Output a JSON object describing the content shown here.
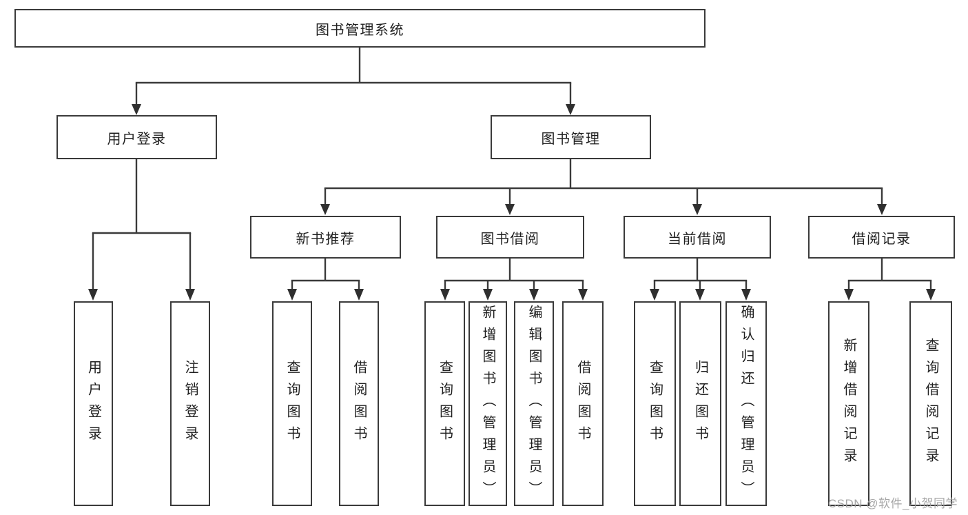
{
  "colors": {
    "line": "#3a3a3a",
    "box_border": "#3a3a3a",
    "text": "#1f1f1f",
    "background": "#ffffff",
    "watermark": "#9e9e9e"
  },
  "tree": {
    "root": {
      "label": "图书管理系统"
    },
    "level2": [
      {
        "label": "用户登录"
      },
      {
        "label": "图书管理"
      }
    ],
    "level3": [
      {
        "label": "新书推荐"
      },
      {
        "label": "图书借阅"
      },
      {
        "label": "当前借阅"
      },
      {
        "label": "借阅记录"
      }
    ],
    "leaves": [
      {
        "label": "用户登录"
      },
      {
        "label": "注销登录"
      },
      {
        "label": "查询图书"
      },
      {
        "label": "借阅图书"
      },
      {
        "label": "查询图书"
      },
      {
        "label": "新增图书（管理员）"
      },
      {
        "label": "编辑图书（管理员）"
      },
      {
        "label": "借阅图书"
      },
      {
        "label": "查询图书"
      },
      {
        "label": "归还图书"
      },
      {
        "label": "确认归还（管理员）"
      },
      {
        "label": "新增借阅记录"
      },
      {
        "label": "查询借阅记录"
      }
    ]
  },
  "watermark": {
    "text": "CSDN @软件_小贺同学"
  }
}
